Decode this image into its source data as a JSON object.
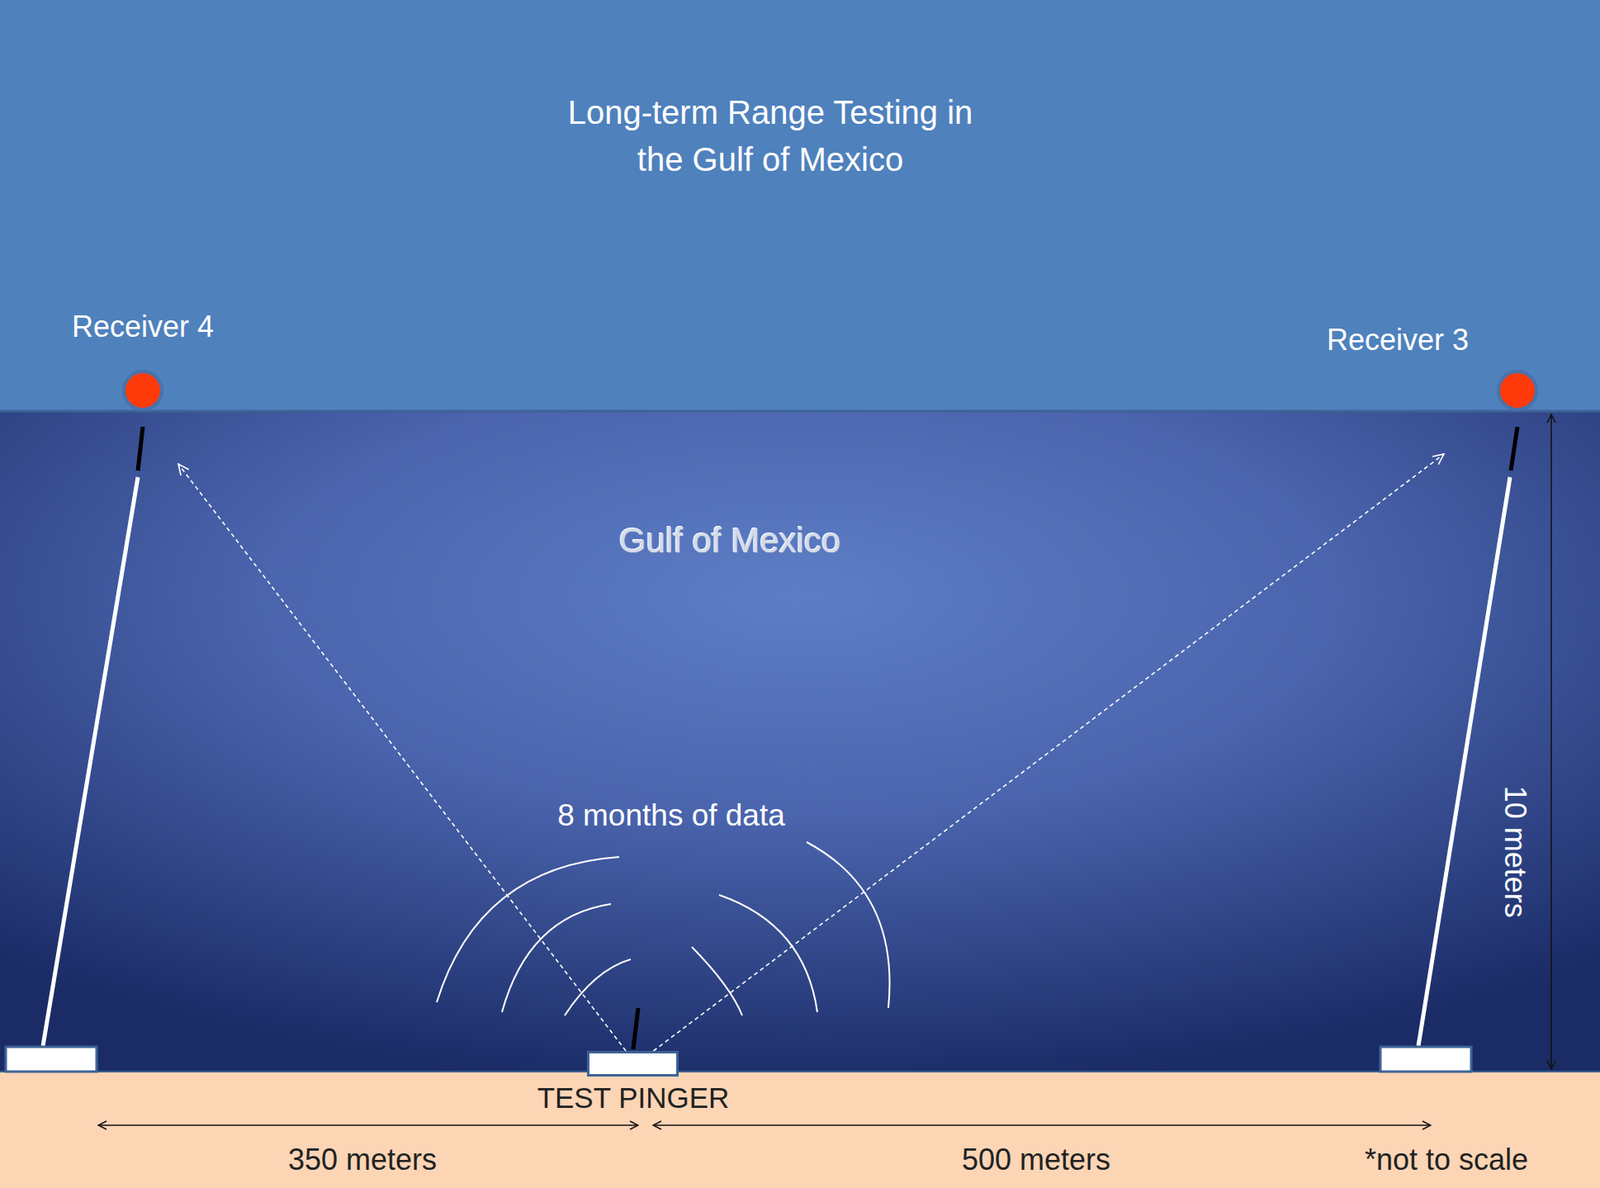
{
  "diagram": {
    "title": "Long-term Range Testing in the Gulf of Mexico",
    "nodes": [
      {
        "text": [
          "Receiver 4"
        ]
      },
      {
        "text": [
          "Receiver 3"
        ]
      },
      {
        "text": [
          "TEST PINGER"
        ]
      }
    ],
    "edges": [
      {
        "from": 2,
        "to": 0,
        "arrow": "to"
      },
      {
        "from": 2,
        "to": 1,
        "arrow": "to"
      }
    ],
    "labels": [
      "Gulf of Mexico",
      "8 months of data",
      "10 meters",
      "350 meters",
      "500 meters",
      "*not to scale"
    ]
  }
}
